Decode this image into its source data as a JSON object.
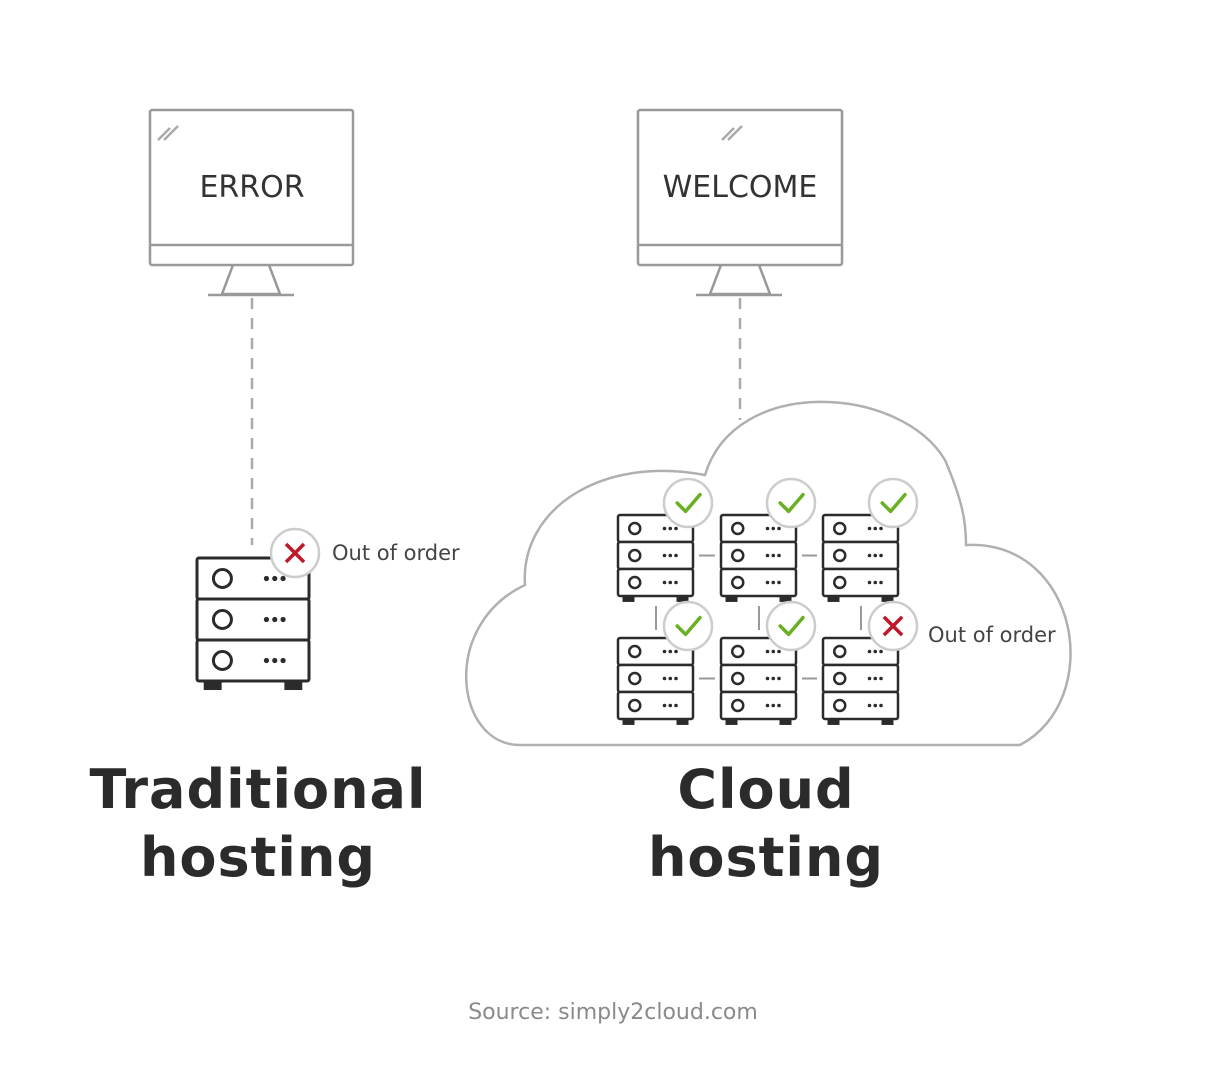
{
  "traditional": {
    "screen_text": "ERROR",
    "status_label": "Out of order",
    "caption_line1": "Traditional",
    "caption_line2": "hosting"
  },
  "cloud": {
    "screen_text": "WELCOME",
    "status_label": "Out of order",
    "caption_line1": "Cloud",
    "caption_line2": "hosting",
    "servers": [
      {
        "status": "ok"
      },
      {
        "status": "ok"
      },
      {
        "status": "ok"
      },
      {
        "status": "ok"
      },
      {
        "status": "ok"
      },
      {
        "status": "error"
      }
    ]
  },
  "source": "Source: simply2cloud.com",
  "colors": {
    "line": "#666666",
    "ok": "#6ab023",
    "error": "#c0182a",
    "text": "#2b2b2b",
    "muted": "#8a8a8a"
  }
}
